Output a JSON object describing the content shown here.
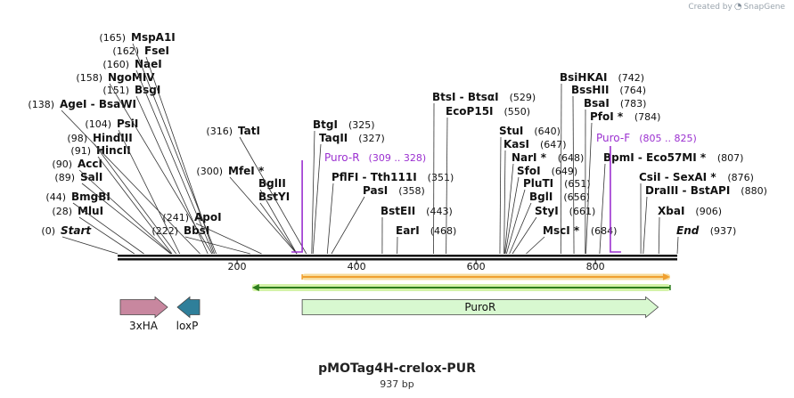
{
  "branding": {
    "created_by": "Created by",
    "brand_name": "SnapGene"
  },
  "map": {
    "name": "pMOTag4H-crelox-PUR",
    "length_label": "937 bp",
    "length_bp": 937,
    "scale_ticks": [
      200,
      400,
      600,
      800
    ]
  },
  "sites": [
    {
      "name": "Start",
      "pos_label": "(0)",
      "bp": 0,
      "italic": true
    },
    {
      "name": "MluI",
      "pos_label": "(28)",
      "bp": 28
    },
    {
      "name": "BmgBI",
      "pos_label": "(44)",
      "bp": 44
    },
    {
      "name": "SalI",
      "pos_label": "(89)",
      "bp": 89
    },
    {
      "name": "AccI",
      "pos_label": "(90)",
      "bp": 90
    },
    {
      "name": "HincII",
      "pos_label": "(91)",
      "bp": 91
    },
    {
      "name": "HindIII",
      "pos_label": "(98)",
      "bp": 98
    },
    {
      "name": "PsiI",
      "pos_label": "(104)",
      "bp": 104
    },
    {
      "name": "AgeI - BsaWI",
      "pos_label": "(138)",
      "bp": 138
    },
    {
      "name": "BsgI",
      "pos_label": "(151)",
      "bp": 151
    },
    {
      "name": "NgoMIV",
      "pos_label": "(158)",
      "bp": 158
    },
    {
      "name": "NaeI",
      "pos_label": "(160)",
      "bp": 160
    },
    {
      "name": "FseI",
      "pos_label": "(162)",
      "bp": 162
    },
    {
      "name": "MspA1I",
      "pos_label": "(165)",
      "bp": 165
    },
    {
      "name": "BbsI",
      "pos_label": "(222)",
      "bp": 222
    },
    {
      "name": "ApoI",
      "pos_label": "(241)",
      "bp": 241
    },
    {
      "name": "BstYI",
      "pos_label": "",
      "bp": 300
    },
    {
      "name": "BglII",
      "pos_label": "",
      "bp": 300
    },
    {
      "name": "MfeI *",
      "pos_label": "(300)",
      "bp": 300
    },
    {
      "name": "TatI",
      "pos_label": "(316)",
      "bp": 316
    },
    {
      "name": "TaqII",
      "pos_label": "(327)",
      "bp": 327
    },
    {
      "name": "BtgI",
      "pos_label": "(325)",
      "bp": 325
    },
    {
      "name": "PasI",
      "pos_label": "(358)",
      "bp": 358
    },
    {
      "name": "PflFI - Tth111I",
      "pos_label": "(351)",
      "bp": 351
    },
    {
      "name": "BstEII",
      "pos_label": "(443)",
      "bp": 443
    },
    {
      "name": "EarI",
      "pos_label": "(468)",
      "bp": 468
    },
    {
      "name": "EcoP15I",
      "pos_label": "(550)",
      "bp": 550
    },
    {
      "name": "BtsI - BtsαI",
      "pos_label": "(529)",
      "bp": 529
    },
    {
      "name": "StuI",
      "pos_label": "(640)",
      "bp": 640
    },
    {
      "name": "KasI",
      "pos_label": "(647)",
      "bp": 647
    },
    {
      "name": "NarI *",
      "pos_label": "(648)",
      "bp": 648
    },
    {
      "name": "SfoI",
      "pos_label": "(649)",
      "bp": 649
    },
    {
      "name": "PluTI",
      "pos_label": "(651)",
      "bp": 651
    },
    {
      "name": "BglI",
      "pos_label": "(656)",
      "bp": 656
    },
    {
      "name": "StyI",
      "pos_label": "(661)",
      "bp": 661
    },
    {
      "name": "MscI *",
      "pos_label": "(684)",
      "bp": 684
    },
    {
      "name": "BsiHKAI",
      "pos_label": "(742)",
      "bp": 742
    },
    {
      "name": "BssHII",
      "pos_label": "(764)",
      "bp": 764
    },
    {
      "name": "BsaI",
      "pos_label": "(783)",
      "bp": 783
    },
    {
      "name": "PfoI *",
      "pos_label": "(784)",
      "bp": 784
    },
    {
      "name": "BpmI - Eco57MI *",
      "pos_label": "(807)",
      "bp": 807
    },
    {
      "name": "CsiI - SexAI *",
      "pos_label": "(876)",
      "bp": 876
    },
    {
      "name": "DraIII - BstAPI",
      "pos_label": "(880)",
      "bp": 880
    },
    {
      "name": "XbaI",
      "pos_label": "(906)",
      "bp": 906
    },
    {
      "name": "End",
      "pos_label": "(937)",
      "bp": 937,
      "italic": true
    }
  ],
  "primers": [
    {
      "name": "Puro-R",
      "range_label": "(309 .. 328)",
      "start": 309,
      "end": 328,
      "direction": "reverse",
      "color": "#9b30d0"
    },
    {
      "name": "Puro-F",
      "range_label": "(805 .. 825)",
      "start": 805,
      "end": 825,
      "direction": "forward",
      "color": "#9b30d0"
    }
  ],
  "tracks": [
    {
      "name": "orf-forward",
      "start": 309,
      "end": 925,
      "direction": "forward",
      "color": "#f0a030",
      "glow": "#f7dc9c"
    },
    {
      "name": "orf-reverse",
      "start": 225,
      "end": 925,
      "direction": "reverse",
      "color": "#2e7d1e",
      "glow": "#d4f2a8"
    }
  ],
  "features": [
    {
      "name": "3xHA",
      "start": 0,
      "end": 80,
      "direction": "forward",
      "color": "#c8879f"
    },
    {
      "name": "loxP",
      "start": 102,
      "end": 136,
      "direction": "reverse",
      "color": "#2f7f9a"
    },
    {
      "name": "PuroR",
      "start": 309,
      "end": 905,
      "direction": "forward",
      "color": "#d8f8d0",
      "label_inside": true
    }
  ],
  "colors": {
    "backbone": "#111111",
    "primer": "#9b30d0",
    "text": "#111111"
  }
}
